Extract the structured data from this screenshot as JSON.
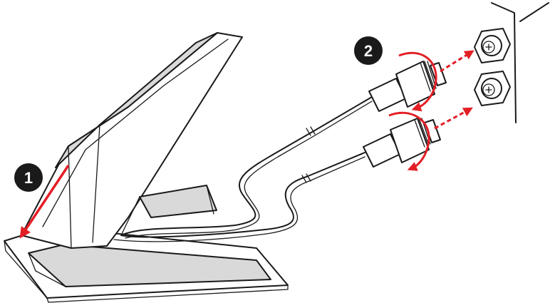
{
  "steps": [
    {
      "number": "1"
    },
    {
      "number": "2"
    }
  ],
  "colors": {
    "accent": "#e31f26",
    "outline": "#1a1a1a",
    "base_fill": "#ffffff",
    "shade_fill": "#d9d9d9",
    "badge_fill": "#1a1a1a"
  },
  "icons": {
    "step1": "insert-down-arrow",
    "step2": "rotate-clockwise-arrows",
    "connect": "dashed-right-arrow"
  }
}
